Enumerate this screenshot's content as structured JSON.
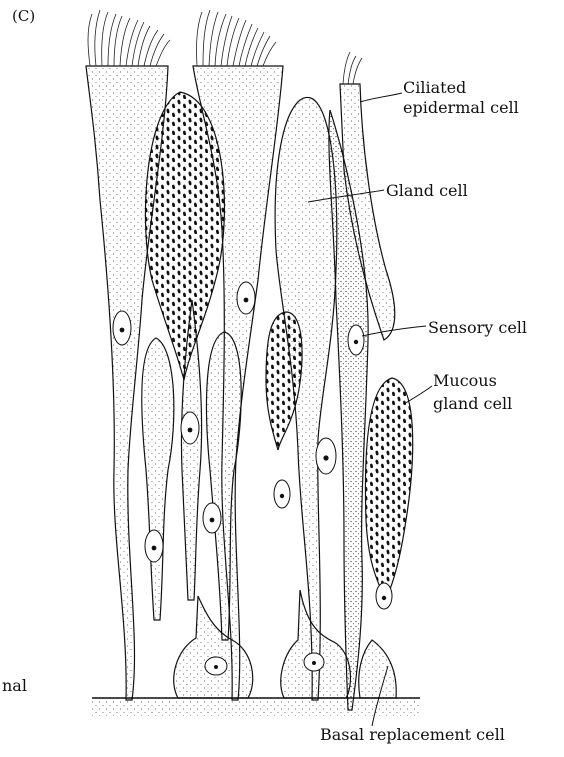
{
  "figure": {
    "panel_label": "(C)",
    "labels": {
      "ciliated_line1": "Ciliated",
      "ciliated_line2": "epidermal cell",
      "gland": "Gland cell",
      "sensory": "Sensory cell",
      "mucous_line1": "Mucous",
      "mucous_line2": "gland cell",
      "cut_off": "nal",
      "basal": "Basal replacement cell"
    },
    "colors": {
      "ink": "#111111",
      "fill": "#f7f7f4",
      "background": "#ffffff"
    }
  }
}
